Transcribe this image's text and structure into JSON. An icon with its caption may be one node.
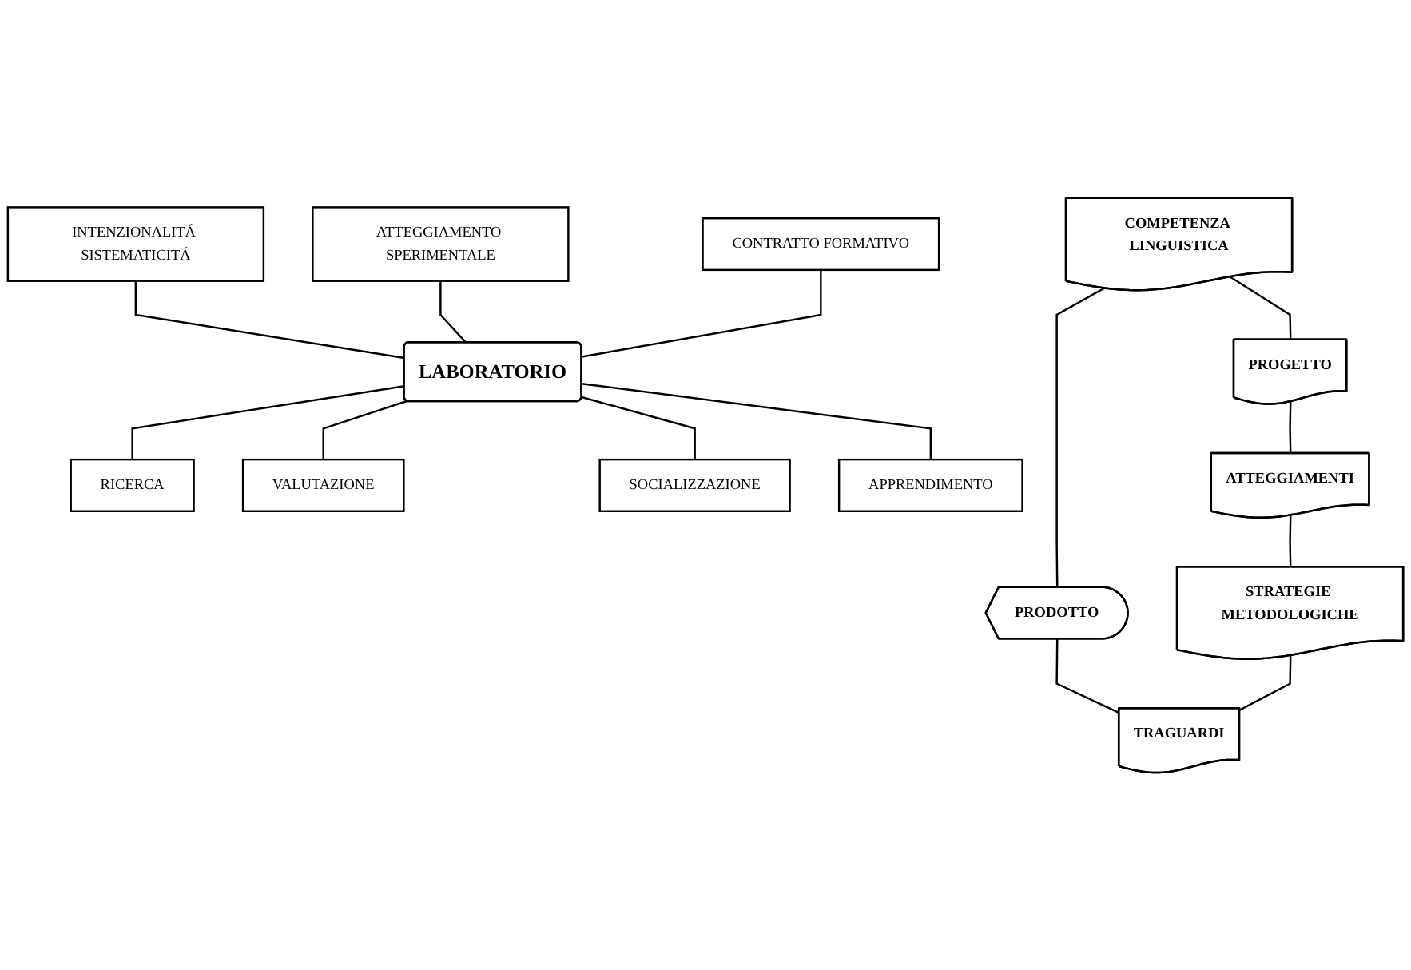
{
  "diagram": {
    "nodes": [
      {
        "text": [
          "COMPETENZA LINGUISTICA"
        ]
      },
      {
        "text": [
          "PROGETTO"
        ]
      },
      {
        "text": [
          "PRODOTTO"
        ]
      },
      {
        "text": [
          "INTENZIONALITÁ SISTEMATICITÁ"
        ]
      },
      {
        "text": [
          "ATTEGGIAMENTO SPERIMENTALE"
        ]
      },
      {
        "text": [
          "CONTRATTO FORMATIVO"
        ]
      },
      {
        "text": [
          "LABORATORIO"
        ]
      },
      {
        "text": [
          "RICERCA"
        ]
      },
      {
        "text": [
          "VALUTAZIONE"
        ]
      },
      {
        "text": [
          "SOCIALIZZAZIONE"
        ]
      },
      {
        "text": [
          "APPRENDIMENTO"
        ]
      },
      {
        "text": [
          "ATTEGGIAMENTI"
        ]
      },
      {
        "text": [
          "STRATEGIE METODOLOGICHE"
        ]
      },
      {
        "text": [
          "TRAGUARDI"
        ]
      }
    ],
    "edges": [
      {
        "from": 0,
        "to": 1,
        "arrow": "none"
      },
      {
        "from": 0,
        "to": 2,
        "arrow": "none"
      },
      {
        "from": 3,
        "to": 6,
        "arrow": "none"
      },
      {
        "from": 4,
        "to": 6,
        "arrow": "none"
      },
      {
        "from": 5,
        "to": 6,
        "arrow": "none"
      },
      {
        "from": 6,
        "to": 7,
        "arrow": "none"
      },
      {
        "from": 6,
        "to": 8,
        "arrow": "none"
      },
      {
        "from": 6,
        "to": 9,
        "arrow": "none"
      },
      {
        "from": 6,
        "to": 10,
        "arrow": "none"
      },
      {
        "from": 1,
        "to": 11,
        "arrow": "none"
      },
      {
        "from": 2,
        "to": 13,
        "arrow": "none"
      },
      {
        "from": 11,
        "to": 12,
        "arrow": "none"
      },
      {
        "from": 12,
        "to": 13,
        "arrow": "none"
      }
    ]
  }
}
